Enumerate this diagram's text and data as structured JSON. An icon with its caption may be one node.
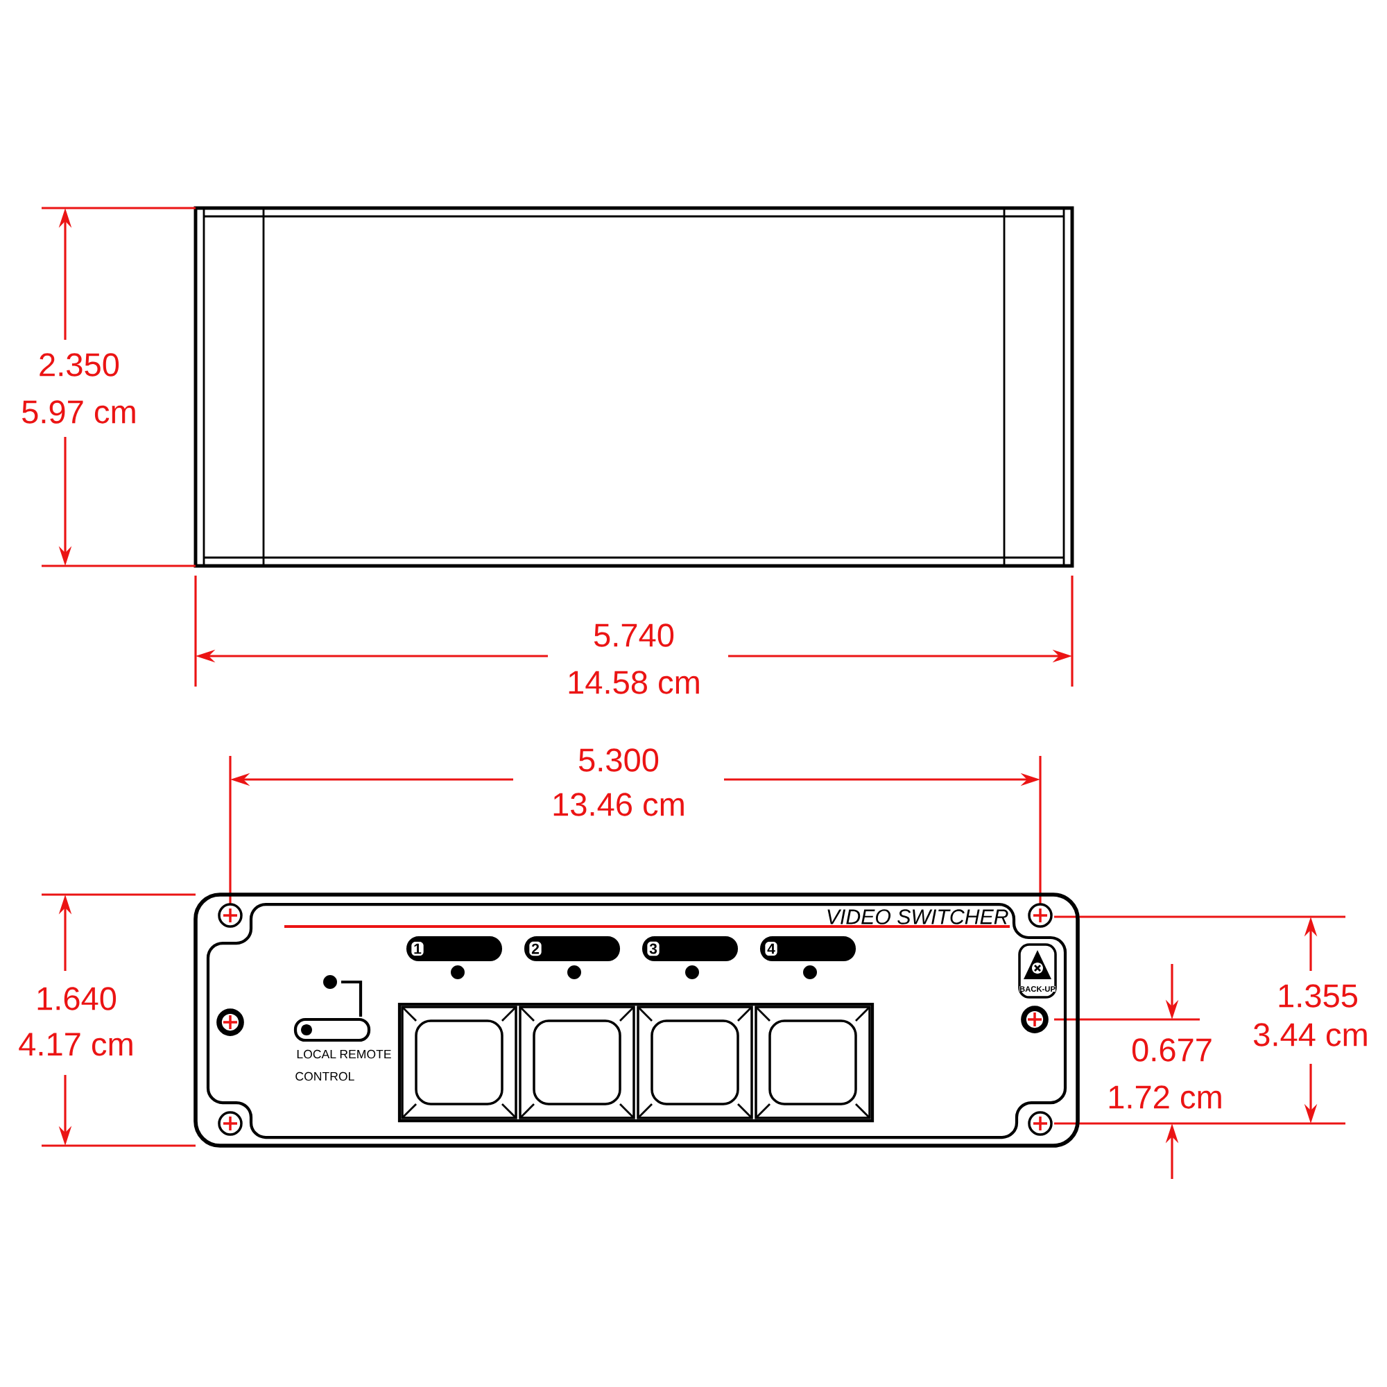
{
  "diagram": {
    "labels": [
      "2.350",
      "5.97 cm",
      "5.740",
      "14.58 cm",
      "5.300",
      "13.46 cm",
      "1.640",
      "4.17 cm",
      "VIDEO SWITCHER",
      "1",
      "2",
      "3",
      "4",
      "1.355",
      "3.44 cm",
      "BACK-UP",
      "0.677",
      "LOCAL",
      "REMOTE",
      "1.72 cm",
      "CONTROL"
    ]
  }
}
